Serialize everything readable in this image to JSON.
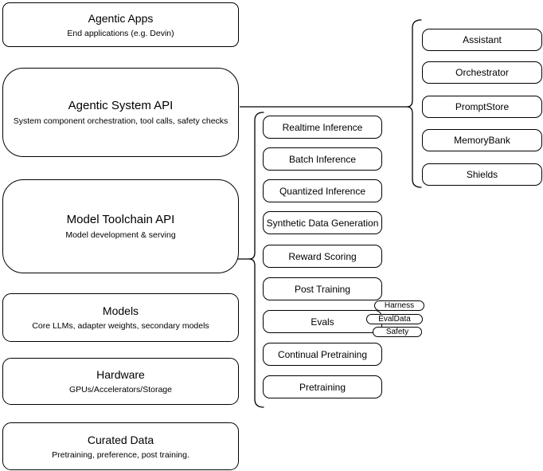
{
  "diagram_title": "Agentic system stack diagram",
  "colors": {
    "stroke": "#000000",
    "node_fill": "#ffffff",
    "text": "#000000",
    "background": "#ffffff"
  },
  "left_stack": [
    {
      "title": "Agentic Apps",
      "subtitle": "End applications (e.g. Devin)"
    },
    {
      "title": "Agentic System API",
      "subtitle": "System component orchestration, tool calls, safety checks"
    },
    {
      "title": "Model Toolchain API",
      "subtitle": "Model development & serving"
    },
    {
      "title": "Models",
      "subtitle": "Core LLMs, adapter weights, secondary models"
    },
    {
      "title": "Hardware",
      "subtitle": "GPUs/Accelerators/Storage"
    },
    {
      "title": "Curated Data",
      "subtitle": "Pretraining, preference, post training."
    }
  ],
  "toolchain_group": {
    "items": [
      "Realtime Inference",
      "Batch Inference",
      "Quantized Inference",
      "Synthetic Data Generation",
      "Reward Scoring",
      "Post Training",
      "Evals",
      "Continual Pretraining",
      "Pretraining"
    ],
    "evals_badges": [
      "Harness",
      "EvalData",
      "Safety"
    ]
  },
  "system_group": {
    "items": [
      "Assistant",
      "Orchestrator",
      "PromptStore",
      "MemoryBank",
      "Shields"
    ]
  }
}
